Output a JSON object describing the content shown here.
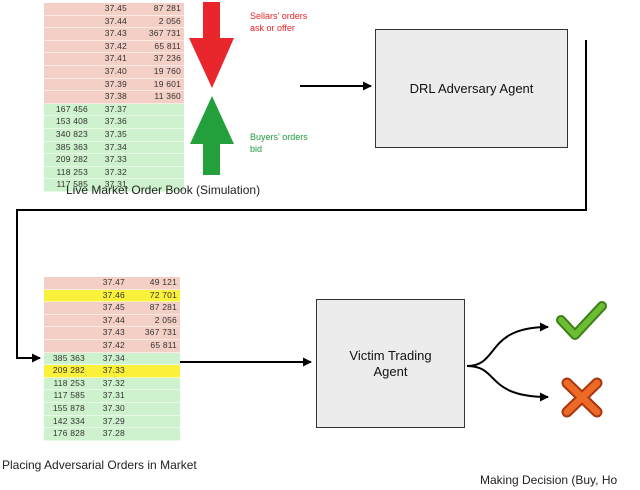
{
  "top_book": {
    "asks": [
      {
        "price": "37.45",
        "qty": "87 281"
      },
      {
        "price": "37.44",
        "qty": "2 056"
      },
      {
        "price": "37.43",
        "qty": "367 731"
      },
      {
        "price": "37.42",
        "qty": "65 811"
      },
      {
        "price": "37.41",
        "qty": "37 236"
      },
      {
        "price": "37.40",
        "qty": "19 760"
      },
      {
        "price": "37.39",
        "qty": "19 601"
      },
      {
        "price": "37.38",
        "qty": "11 360"
      }
    ],
    "bids": [
      {
        "qty": "167 456",
        "price": "37.37"
      },
      {
        "qty": "153 408",
        "price": "37.36"
      },
      {
        "qty": "340 823",
        "price": "37.35"
      },
      {
        "qty": "385 363",
        "price": "37.34"
      },
      {
        "qty": "209 282",
        "price": "37.33"
      },
      {
        "qty": "118 253",
        "price": "37.32"
      },
      {
        "qty": "117 585",
        "price": "37.31"
      }
    ],
    "caption": "Live Market Order Book (Simulation)"
  },
  "sellers_label": {
    "line1": "Sellars' orders",
    "line2": "ask or offer"
  },
  "buyers_label": {
    "line1": "Buyers' orders",
    "line2": "bid"
  },
  "drl_agent": {
    "label": "DRL Adversary Agent"
  },
  "bottom_book": {
    "asks": [
      {
        "price": "37.47",
        "qty": "49 121",
        "hl": false
      },
      {
        "price": "37.46",
        "qty": "72 701",
        "hl": true
      },
      {
        "price": "37.45",
        "qty": "87 281",
        "hl": false
      },
      {
        "price": "37.44",
        "qty": "2 056",
        "hl": false
      },
      {
        "price": "37.43",
        "qty": "367 731",
        "hl": false
      },
      {
        "price": "37.42",
        "qty": "65 811",
        "hl": false
      }
    ],
    "bids": [
      {
        "qty": "385 363",
        "price": "37.34",
        "hl": false
      },
      {
        "qty": "209 282",
        "price": "37.33",
        "hl": true
      },
      {
        "qty": "118 253",
        "price": "37.32",
        "hl": false
      },
      {
        "qty": "117 585",
        "price": "37.31",
        "hl": false
      },
      {
        "qty": "155 878",
        "price": "37.30",
        "hl": false
      },
      {
        "qty": "142 334",
        "price": "37.29",
        "hl": false
      },
      {
        "qty": "176 828",
        "price": "37.28",
        "hl": false
      }
    ],
    "caption": "Placing Adversarial Orders in Market"
  },
  "victim_agent": {
    "line1": "Victim Trading",
    "line2": "Agent"
  },
  "decision_caption": "Making Decision (Buy, Ho",
  "colors": {
    "ask": "#f4cfc6",
    "bid": "#cdf2cd",
    "highlight": "#fbf03a",
    "sell_arrow": "#e8262b",
    "buy_arrow": "#23a03c",
    "check": "#5aa62a",
    "cross": "#e2571e"
  }
}
